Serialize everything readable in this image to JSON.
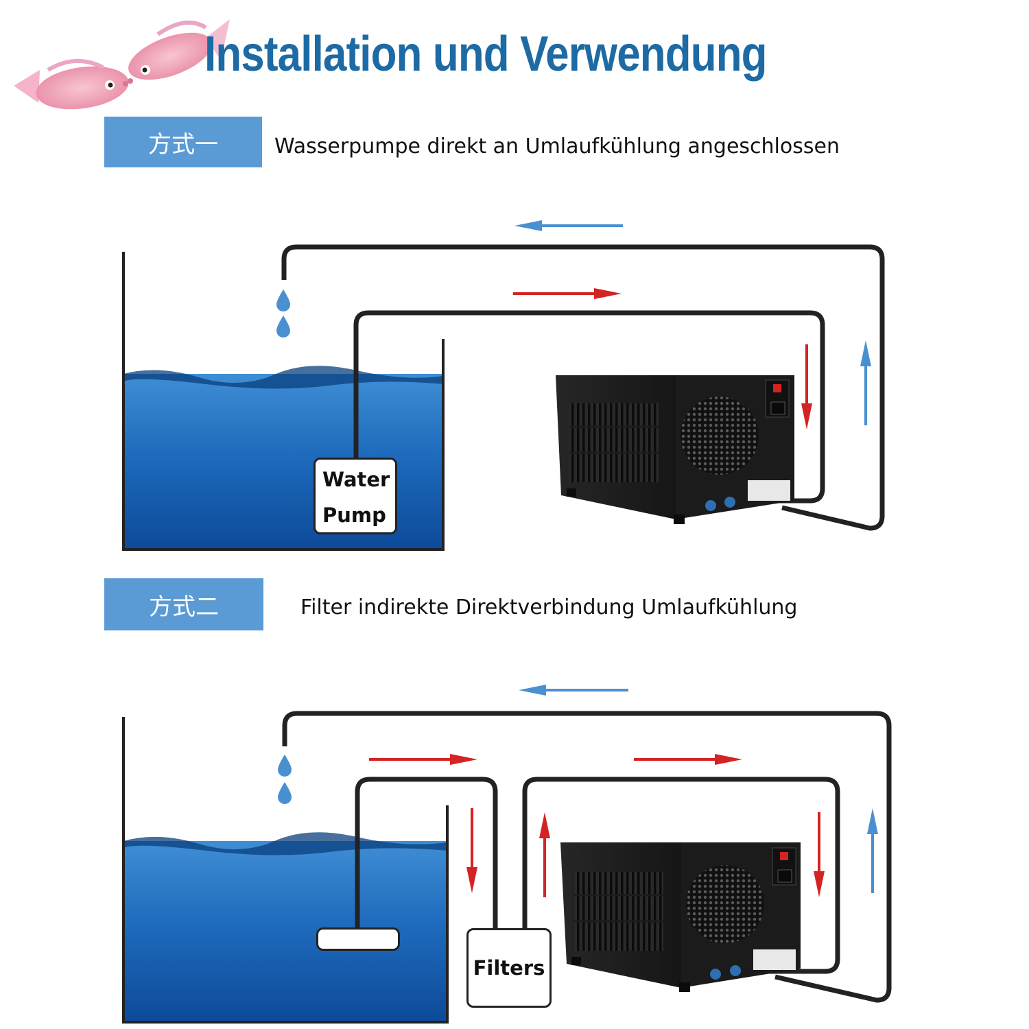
{
  "title": "Installation und Verwendung",
  "methods": [
    {
      "badge": "方式一",
      "description": "Wasserpumpe direkt an Umlaufkühlung angeschlossen",
      "pump_label_line1": "Water",
      "pump_label_line2": "Pump"
    },
    {
      "badge": "方式二",
      "description": "Filter indirekte Direktverbindung Umlaufkühlung",
      "filter_label": "Filters"
    }
  ],
  "colors": {
    "title": "#1d6aa4",
    "badge": "#5a9bd5",
    "flow_out": "#4a90d0",
    "flow_in": "#d42323",
    "pipe": "#222222",
    "water_top": "#3f8ed4",
    "water_bottom": "#0d4a99",
    "chiller_body": "#1e1e1e"
  }
}
